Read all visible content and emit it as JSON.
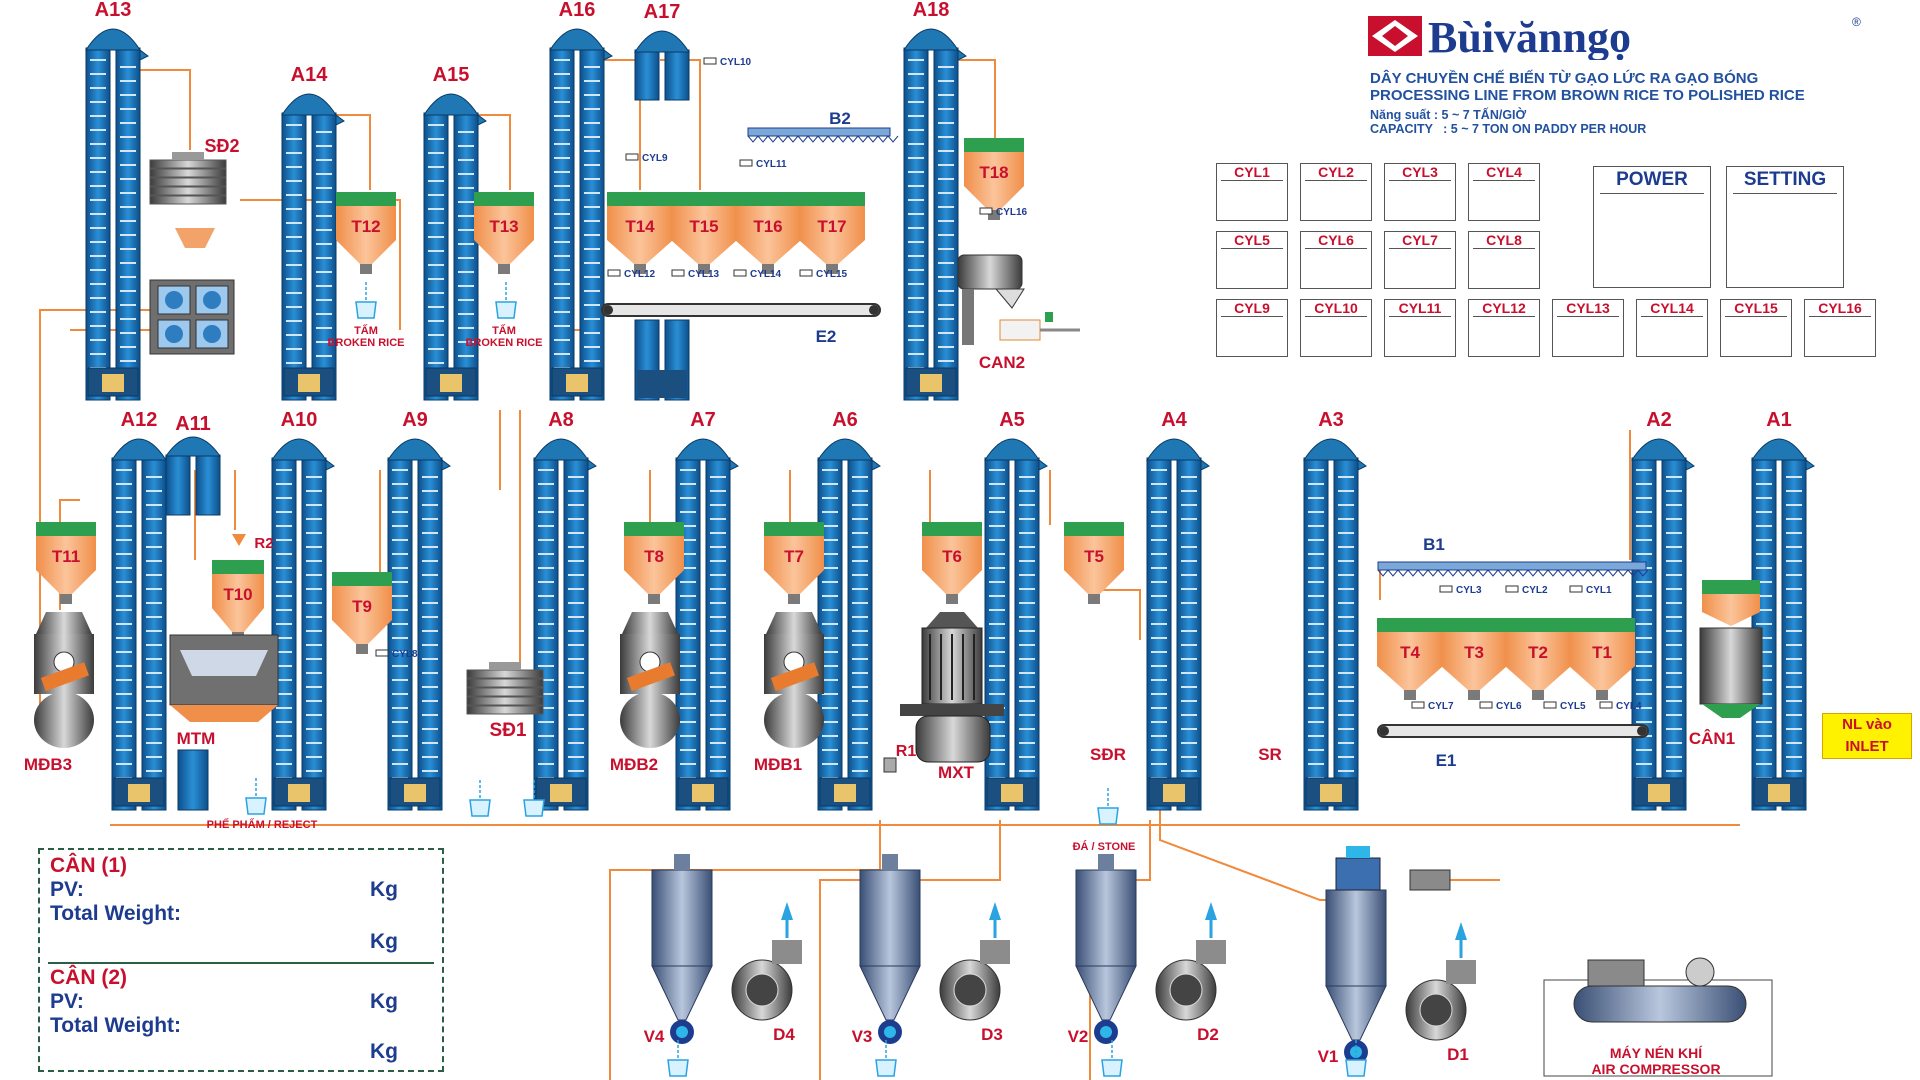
{
  "brand": {
    "name": "Bùivănngọ",
    "registered": "®"
  },
  "title": {
    "line1": "DÂY CHUYỀN CHẾ BIẾN TỪ GẠO LỨC RA GẠO BÓNG",
    "line2": "PROCESSING LINE FROM BROWN RICE TO POLISHED RICE",
    "line3": "Năng suất : 5 ~ 7 TẤN/GIỜ",
    "line4": "CAPACITY   : 5 ~ 7 TON ON PADDY PER HOUR"
  },
  "cyl_panel": {
    "row1": [
      "CYL1",
      "CYL2",
      "CYL3",
      "CYL4"
    ],
    "row2": [
      "CYL5",
      "CYL6",
      "CYL7",
      "CYL8"
    ],
    "row3": [
      "CYL9",
      "CYL10",
      "CYL11",
      "CYL12",
      "CYL13",
      "CYL14",
      "CYL15",
      "CYL16"
    ],
    "power": "POWER",
    "setting": "SETTING"
  },
  "elevators_top": [
    "A13",
    "A14",
    "A15",
    "A16",
    "A17",
    "A18"
  ],
  "elevators_bottom": [
    "A12",
    "A11",
    "A10",
    "A9",
    "A8",
    "A7",
    "A6",
    "A5",
    "A4",
    "A3",
    "A2",
    "A1"
  ],
  "tanks_top": [
    "T12",
    "T13",
    "T14",
    "T15",
    "T16",
    "T17",
    "T18"
  ],
  "tanks_bottom": [
    "T11",
    "T10",
    "T9",
    "T8",
    "T7",
    "T6",
    "T5",
    "T4",
    "T3",
    "T2",
    "T1"
  ],
  "machines": {
    "sd2": "SĐ2",
    "sd1": "SĐ1",
    "sdr": "SĐR",
    "sr": "SR",
    "mdb3": "MĐB3",
    "mdb2": "MĐB2",
    "mdb1": "MĐB1",
    "mtm": "MTM",
    "mxt": "MXT",
    "r1": "R1",
    "r2": "R2",
    "can1": "CÂN1",
    "can2": "CAN2",
    "b1": "B1",
    "b2": "B2",
    "e1": "E1",
    "e2": "E2",
    "v1": "V1",
    "v2": "V2",
    "v3": "V3",
    "v4": "V4",
    "d1": "D1",
    "d2": "D2",
    "d3": "D3",
    "d4": "D4"
  },
  "small_labels": {
    "broken1": "TẤM",
    "broken1b": "BROKEN RICE",
    "broken2": "TẤM",
    "broken2b": "BROKEN RICE",
    "reject": "PHẾ PHẨM / REJECT",
    "stone": "ĐÁ / STONE",
    "compressor1": "MÁY NÉN KHÍ",
    "compressor2": "AIR COMPRESSOR"
  },
  "cyl_tags": [
    "CYL1",
    "CYL2",
    "CYL3",
    "CYL4",
    "CYL5",
    "CYL6",
    "CYL7",
    "CYL8",
    "CYL9",
    "CYL10",
    "CYL11",
    "CYL12",
    "CYL13",
    "CYL14",
    "CYL15",
    "CYL16"
  ],
  "inlet": {
    "vn": "NL vào",
    "en": "INLET"
  },
  "weigh1": {
    "title": "CÂN (1)",
    "pv": "PV:",
    "pv_unit": "Kg",
    "total": "Total Weight:",
    "total_unit": "Kg"
  },
  "weigh2": {
    "title": "CÂN (2)",
    "pv": "PV:",
    "pv_unit": "Kg",
    "total": "Total Weight:",
    "total_unit": "Kg"
  },
  "colors": {
    "elevator": "#1f77b4",
    "tank_body": "#f4a460",
    "tank_top": "#2e9e4f",
    "pipe": "#f08a3c",
    "label_red": "#c8102e",
    "label_blue": "#1d3c8f"
  }
}
